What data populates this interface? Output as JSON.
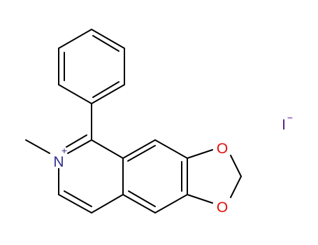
{
  "molecule": {
    "atoms": {
      "nitrogen": "N",
      "nitrogen_charge": "+",
      "oxygen_top": "O",
      "oxygen_bottom": "O",
      "iodide": "I",
      "iodide_charge": "−"
    },
    "colors": {
      "bond": "#000000",
      "nitrogen": "#2e2e8f",
      "oxygen": "#e01010",
      "iodine": "#5a1a8a"
    }
  }
}
